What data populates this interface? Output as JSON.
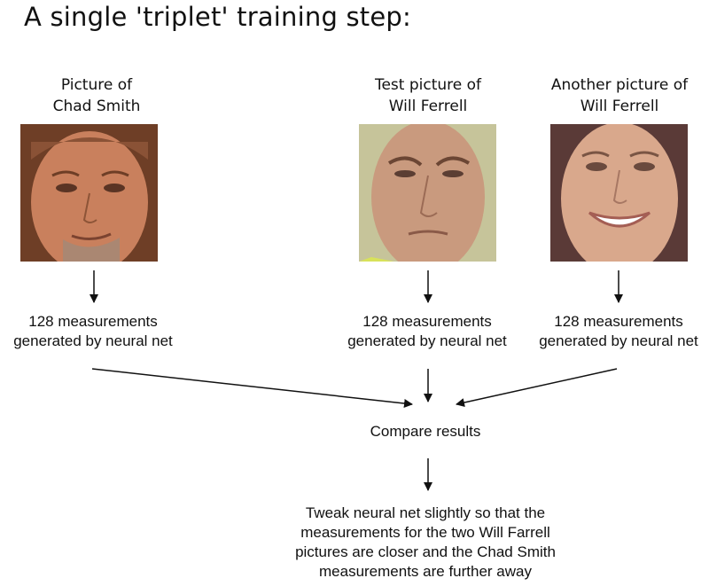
{
  "title": "A single 'triplet' training step:",
  "columns": [
    {
      "caption_line1": "Picture of",
      "caption_line2": "Chad Smith",
      "measurement_line1": "128 measurements",
      "measurement_line2": "generated by neural net",
      "photo_icon": "face-photo-chad-smith"
    },
    {
      "caption_line1": "Test picture of",
      "caption_line2": "Will Ferrell",
      "measurement_line1": "128 measurements",
      "measurement_line2": "generated by neural net",
      "photo_icon": "face-photo-will-ferrell-test"
    },
    {
      "caption_line1": "Another picture of",
      "caption_line2": "Will Ferrell",
      "measurement_line1": "128 measurements",
      "measurement_line2": "generated by neural net",
      "photo_icon": "face-photo-will-ferrell-another"
    }
  ],
  "compare_label": "Compare results",
  "tweak_lines": [
    "Tweak neural net slightly so that the",
    "measurements for the two Will Farrell",
    "pictures are closer and the Chad Smith",
    "measurements are further away"
  ],
  "colors": {
    "arrow": "#111111",
    "skin_chad": "#c9805d",
    "skin_ferrell_test": "#c99a7e",
    "skin_ferrell_another": "#d9a88c"
  }
}
